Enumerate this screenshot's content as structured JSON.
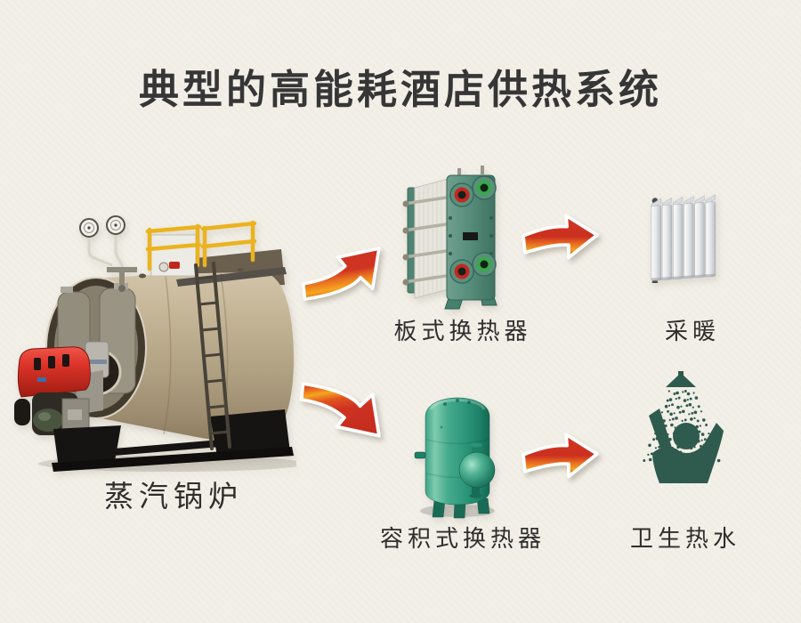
{
  "title": "典型的高能耗酒店供热系统",
  "nodes": {
    "boiler": {
      "label": "蒸汽锅炉"
    },
    "plate_hx": {
      "label": "板式换热器"
    },
    "heating": {
      "label": "采暖"
    },
    "tank_hx": {
      "label": "容积式换热器"
    },
    "hot_water": {
      "label": "卫生热水"
    }
  },
  "flows": [
    {
      "from": "蒸汽锅炉",
      "to": "板式换热器"
    },
    {
      "from": "蒸汽锅炉",
      "to": "容积式换热器"
    },
    {
      "from": "板式换热器",
      "to": "采暖"
    },
    {
      "from": "容积式换热器",
      "to": "卫生热水"
    }
  ],
  "colors": {
    "background": "#f2efe7",
    "title_text": "#363636",
    "label_text": "#2f2e2c",
    "arrow_red": "#cf3322",
    "arrow_orange": "#f6a51f",
    "plate_hx_teal": "#578e7c",
    "port_ring_red": "#c5271f",
    "port_ring_green": "#3aa84c",
    "tank_green": "#2f9e81",
    "shower_pictogram": "#2e5b4e",
    "boiler_body_tan": "#b4a386",
    "boiler_front_brown": "#433a2e",
    "burner_red": "#d32f1f",
    "railing_yellow": "#eab31f",
    "radiator_gray": "#cfd3d8"
  }
}
